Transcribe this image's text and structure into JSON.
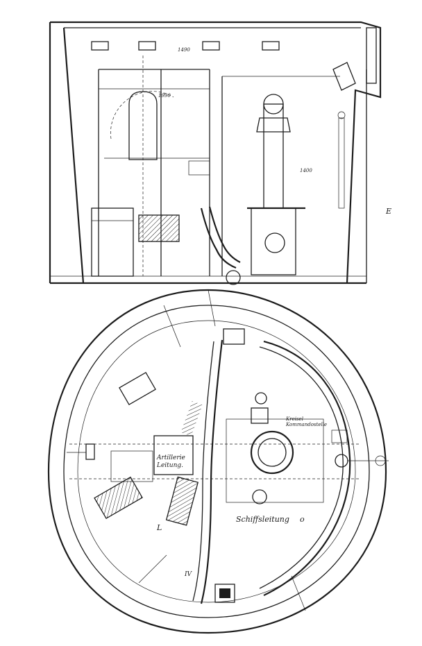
{
  "section_labels": {
    "schiffsleitung": "Schiffsleitung",
    "artillerie_leitung_1": "Artillerie",
    "artillerie_leitung_2": "Leitung.",
    "kreisel_1": "Kreisel",
    "kreisel_2": "Kommandostelle"
  },
  "side_mark": "E",
  "plan_marks": {
    "mark_o": "o",
    "mark_l": "L",
    "mark_iv": "IV"
  },
  "elevation_notes": [
    "1490",
    "1990",
    "1400"
  ],
  "colors": {
    "ink": "#1c1c1c",
    "paper": "#ffffff"
  }
}
